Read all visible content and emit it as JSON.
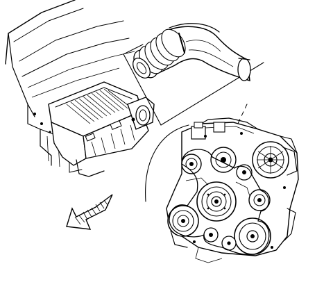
{
  "figure": {
    "type": "technical-illustration",
    "subject": "engine-compartment-air-intake-and-accessory-drive",
    "ink_color": "#000000",
    "background_color": "#ffffff"
  },
  "callouts": [
    {
      "name": "intake-duct-callout",
      "shape": "triangle-wedge"
    },
    {
      "name": "engine-front-callout",
      "shape": "curved-leader"
    }
  ],
  "icons": {
    "direction_arrow": "arrow-front-of-vehicle-icon"
  }
}
